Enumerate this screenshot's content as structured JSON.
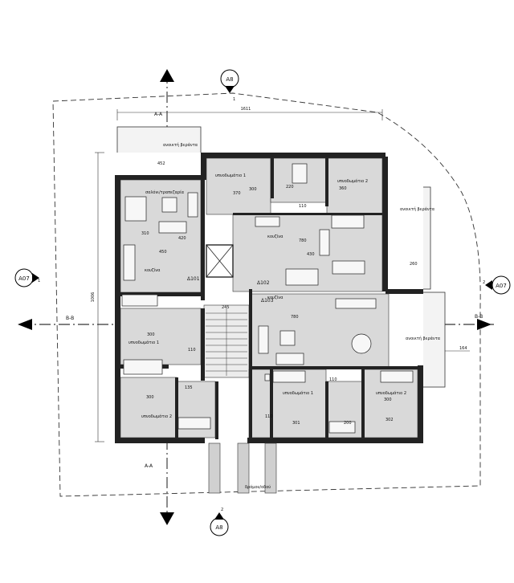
{
  "markers": {
    "top": {
      "label": "A8",
      "number": "1"
    },
    "bottom": {
      "label": "A8",
      "number": "2"
    },
    "left": {
      "label": "A07",
      "number": "1"
    },
    "right": {
      "label": "A07",
      "number": "2"
    }
  },
  "sections": {
    "aa_top": "A-A",
    "aa_bottom": "A-A",
    "bb_left": "B-B",
    "bb_right": "B-B"
  },
  "dimensions": {
    "overall_width": "1611",
    "overall_height": "1006",
    "right_offset": "164",
    "d_452": "452",
    "d_370": "370",
    "d_300a": "300",
    "d_220": "220",
    "d_360": "360",
    "d_110a": "110",
    "d_780a": "780",
    "d_430": "430",
    "d_450": "450",
    "d_420": "420",
    "d_310": "310",
    "d_245": "245",
    "d_780b": "780",
    "d_300b": "300",
    "d_110b": "110",
    "d_135": "135",
    "d_300c": "300",
    "d_300d": "300",
    "d_200": "200",
    "d_301a": "301",
    "d_302": "302",
    "d_110c": "110",
    "d_110d": "110",
    "d_260": "260"
  },
  "labels": {
    "living": "σαλόνι/τραπεζαρία",
    "kitchen_left": "κουζίνα",
    "kitchen_right": "κουζίνα",
    "kitchen_lower": "κουζίνα",
    "bed1_top": "υπνοδωμάτιο 1",
    "bed2_top": "υπνοδωμάτιο 2",
    "bed1_left": "υπνοδωμάτιο 1",
    "bed2_left": "υπνοδωμάτιο 2",
    "bed1_right": "υπνοδωμάτιο 1",
    "bed2_right": "υπνοδωμάτιο 2",
    "veranda_tl": "ανοικτή βεράντα",
    "veranda_tr": "ανοικτή βεράντα",
    "veranda_r": "ανοικτή βεράντα",
    "apt_101": "Δ101",
    "apt_102": "Δ102",
    "apt_103": "Δ103",
    "road": "δρόμου/οδού"
  }
}
